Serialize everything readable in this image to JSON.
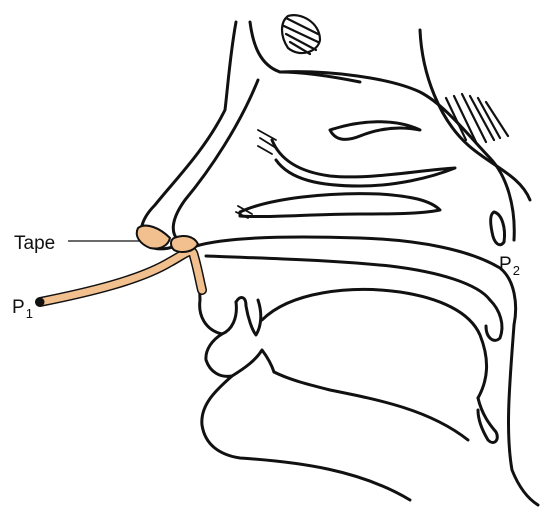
{
  "labels": {
    "tape": "Tape",
    "p1": {
      "letter": "P",
      "sub": "1"
    },
    "p2": {
      "letter": "P",
      "sub": "2"
    }
  },
  "colors": {
    "outline": "#111111",
    "tube": "#f2c08f",
    "background": "#ffffff"
  }
}
